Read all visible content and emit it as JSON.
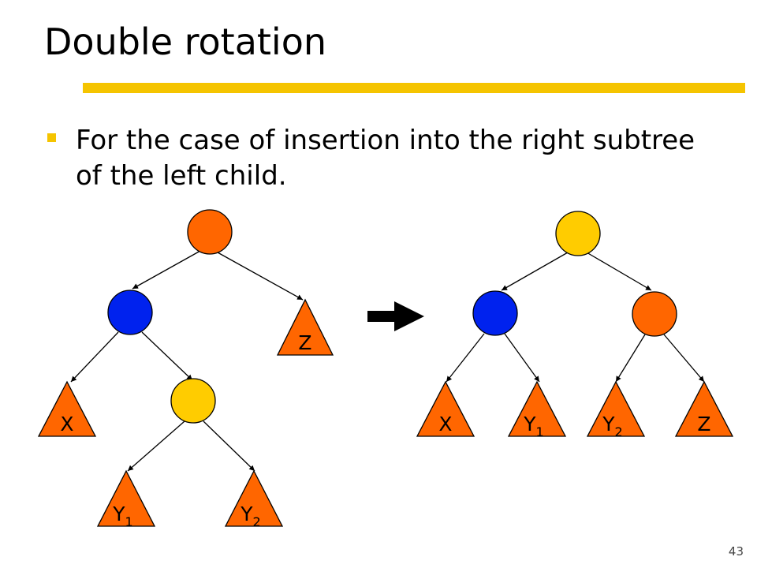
{
  "slide": {
    "title": "Double rotation",
    "bullet": "For the case of insertion into the right subtree of the left child.",
    "number": "43"
  },
  "colors": {
    "orange": "#ff6600",
    "blue": "#0022ee",
    "yellow": "#ffcc00",
    "accent": "#f5c400"
  },
  "labels": {
    "x": "X",
    "y": "Y",
    "z": "Z",
    "sub1": "1",
    "sub2": "2"
  },
  "arrow_icon": "right-arrow-icon"
}
